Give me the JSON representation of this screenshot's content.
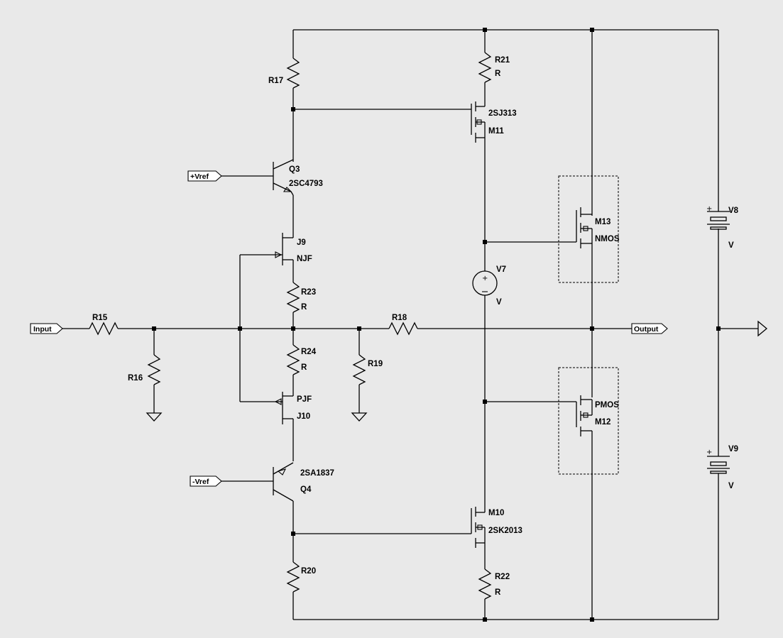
{
  "colors": {
    "background": "#e9e9e9",
    "wire": "#000000"
  },
  "labels": {
    "input": "Input",
    "output": "Output",
    "vref_pos": "+Vref",
    "vref_neg": "-Vref"
  },
  "components": {
    "R17": {
      "name": "R17"
    },
    "R21": {
      "name": "R21",
      "value": "R"
    },
    "M11": {
      "name": "M11",
      "model": "2SJ313"
    },
    "Q3": {
      "name": "Q3",
      "model": "2SC4793"
    },
    "J9": {
      "name": "J9",
      "model": "NJF"
    },
    "R23": {
      "name": "R23",
      "value": "R"
    },
    "R15": {
      "name": "R15"
    },
    "R16": {
      "name": "R16"
    },
    "R18": {
      "name": "R18"
    },
    "R19": {
      "name": "R19"
    },
    "R24": {
      "name": "R24",
      "value": "R"
    },
    "J10": {
      "name": "J10",
      "model": "PJF"
    },
    "Q4": {
      "name": "Q4",
      "model": "2SA1837"
    },
    "M10": {
      "name": "M10",
      "model": "2SK2013"
    },
    "R20": {
      "name": "R20"
    },
    "R22": {
      "name": "R22",
      "value": "R"
    },
    "V7": {
      "name": "V7",
      "value": "V"
    },
    "M13": {
      "name": "M13",
      "model": "NMOS"
    },
    "M12": {
      "name": "M12",
      "model": "PMOS"
    },
    "V8": {
      "name": "V8",
      "value": "V"
    },
    "V9": {
      "name": "V9",
      "value": "V"
    }
  }
}
